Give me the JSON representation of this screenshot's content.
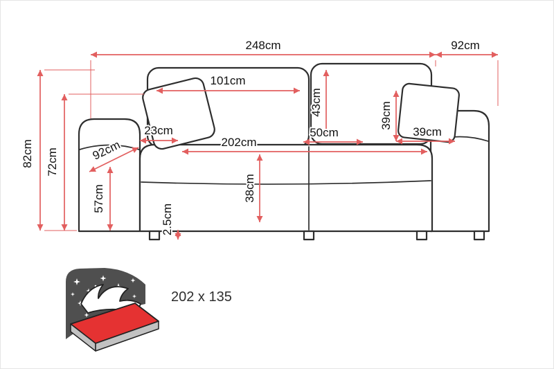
{
  "dims": {
    "overall_width": "248cm",
    "overall_depth": "92cm",
    "overall_height": "82cm",
    "backrest_height": "72cm",
    "back_cushion_width": "101cm",
    "back_cushion_height": "43cm",
    "pillow_height": "39cm",
    "pillow_width": "39cm",
    "armrest_width": "23cm",
    "armrest_depth": "92cm",
    "seat_width": "202cm",
    "seat_depth": "50cm",
    "seat_cushion_height": "38cm",
    "seat_height": "57cm",
    "leg_height": "2.5cm"
  },
  "sleeping_area_label": "202 x 135",
  "colors": {
    "dimension_line": "#e25f5f",
    "outline": "#2e2e2e",
    "icon_back": "#4f4f4f",
    "icon_mattress": "#e53232",
    "icon_base": "#c2c2c2"
  }
}
